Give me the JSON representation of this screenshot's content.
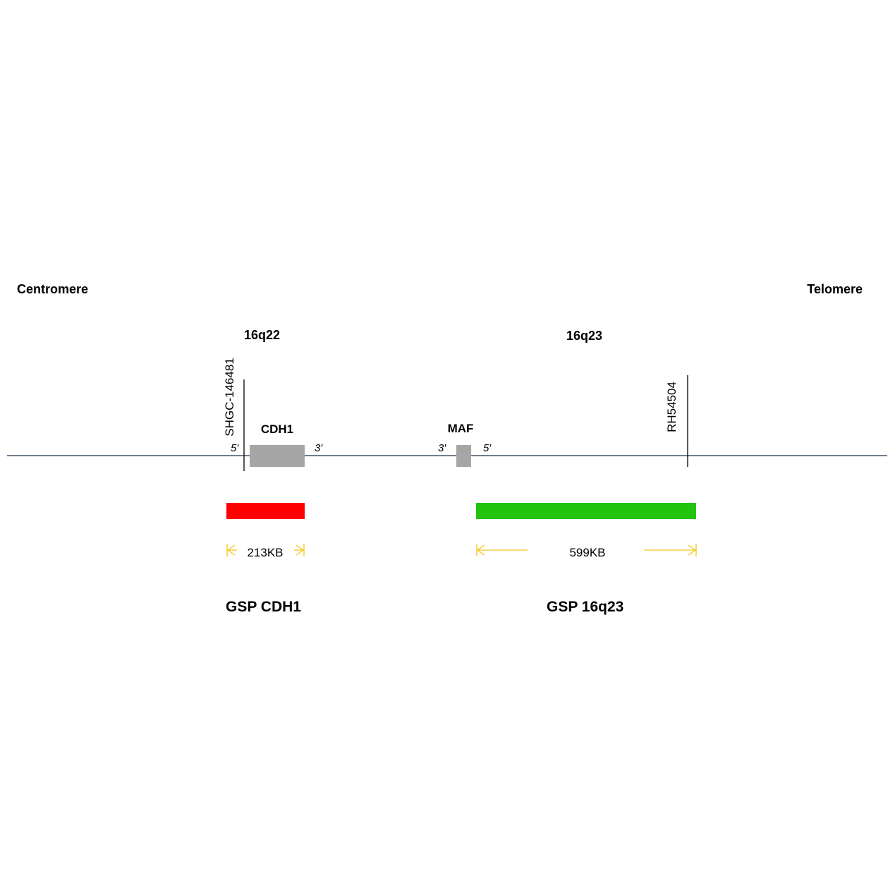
{
  "ends": {
    "left": "Centromere",
    "right": "Telomere"
  },
  "bands": [
    "16q22",
    "16q23"
  ],
  "markers": [
    "SHGC-146481",
    "RH54504"
  ],
  "genes": [
    {
      "name": "CDH1",
      "left_end": "5′",
      "right_end": "3′"
    },
    {
      "name": "MAF",
      "left_end": "3′",
      "right_end": "5′"
    }
  ],
  "probes": [
    {
      "name": "GSP CDH1",
      "size": "213KB",
      "color": "#ff0000"
    },
    {
      "name": "GSP 16q23",
      "size": "599KB",
      "color": "#22c40e"
    }
  ],
  "colors": {
    "chromosome": "#44546a",
    "gene": "#a6a6a6",
    "arrow": "#f5c518"
  }
}
